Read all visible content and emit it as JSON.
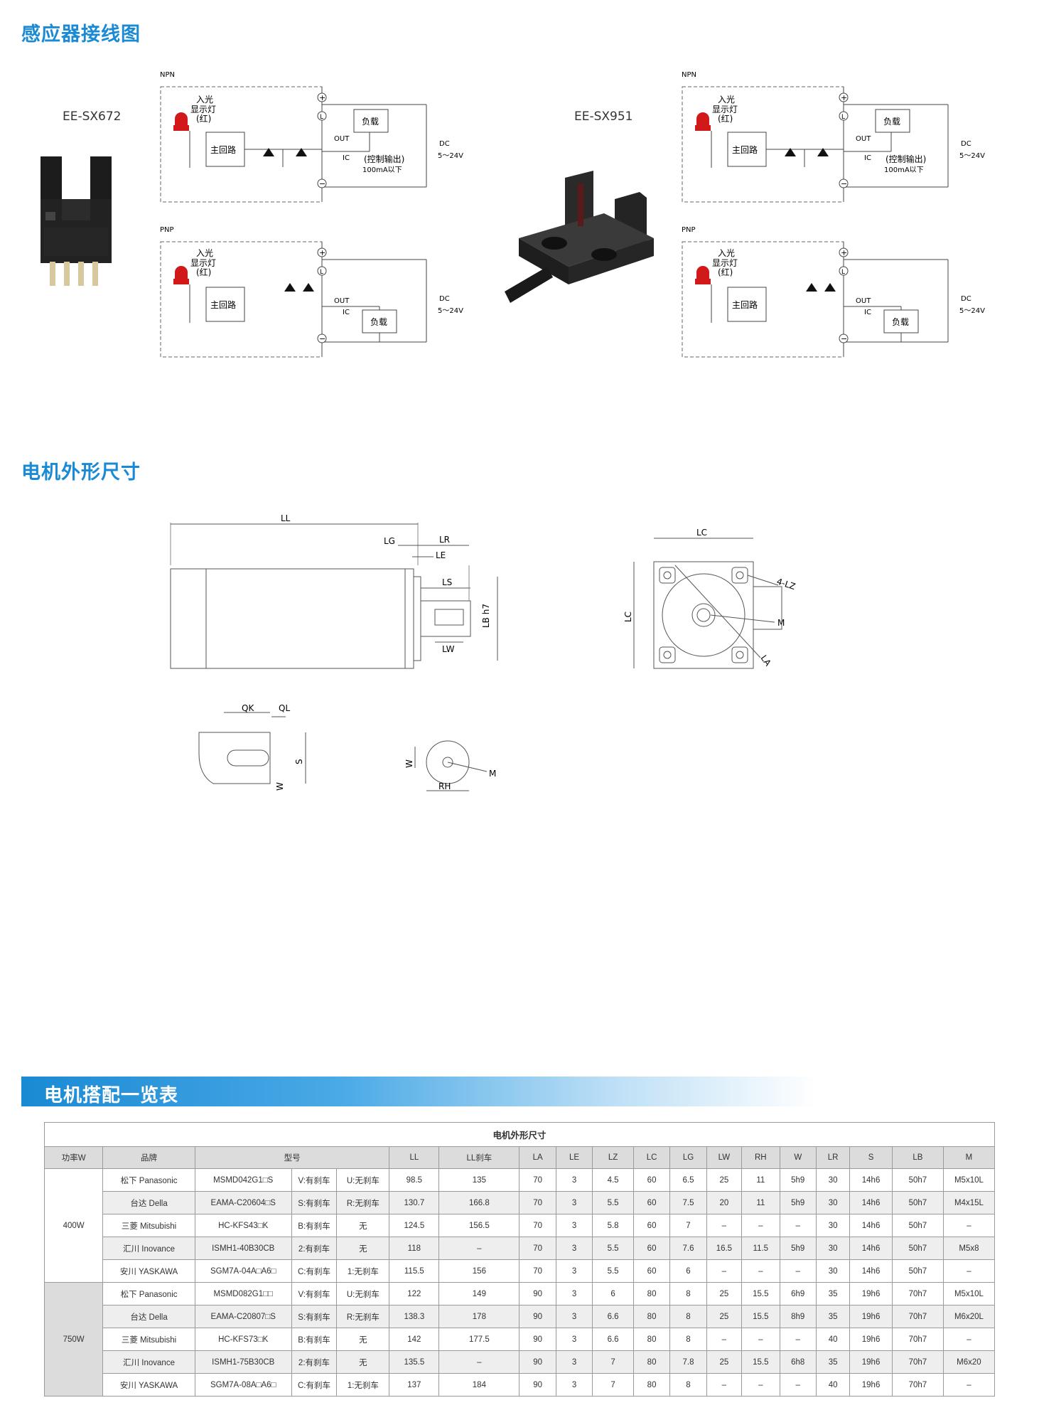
{
  "sections": {
    "wiring_title": "感应器接线图",
    "dimension_title": "电机外形尺寸",
    "table_title": "电机搭配一览表"
  },
  "sensors": [
    {
      "model": "EE-SX672"
    },
    {
      "model": "EE-SX951"
    }
  ],
  "wiring": {
    "npn": "NPN",
    "pnp": "PNP",
    "led_in": "入光",
    "led_show": "显示灯",
    "led_red": "(红)",
    "main_circuit": "主回路",
    "load": "负载",
    "out": "OUT",
    "ic": "IC",
    "control_out": "(控制输出)",
    "current": "100mA以下",
    "dc": "DC",
    "voltage": "5～24V",
    "plus": "+",
    "l": "L",
    "minus": "−"
  },
  "dimensions": {
    "side": {
      "ll": "LL",
      "lg": "LG",
      "lr": "LR",
      "le": "LE",
      "ls": "LS",
      "lb": "LB h7",
      "lw": "LW"
    },
    "front": {
      "lc_top": "LC",
      "lc_side": "LC",
      "lz": "4-LZ",
      "m": "M",
      "la": "LA"
    },
    "key": {
      "qk": "QK",
      "ql": "QL",
      "s": "S",
      "w": "W"
    },
    "shaft": {
      "w": "W",
      "rh": "RH",
      "m": "M"
    }
  },
  "table": {
    "title": "电机外形尺寸",
    "headers": [
      "功率W",
      "品牌",
      "型号",
      "LL",
      "LL刹车",
      "LA",
      "LE",
      "LZ",
      "LC",
      "LG",
      "LW",
      "RH",
      "W",
      "LR",
      "S",
      "LB",
      "M"
    ],
    "groups": [
      {
        "power": "400W",
        "rows": [
          [
            "松下  Panasonic",
            "MSMD042G1□S",
            "V:有刹车",
            "U:无刹车",
            "98.5",
            "135",
            "70",
            "3",
            "4.5",
            "60",
            "6.5",
            "25",
            "11",
            "5h9",
            "30",
            "14h6",
            "50h7",
            "M5x10L"
          ],
          [
            "台达  Della",
            "EAMA-C20604□S",
            "S:有刹车",
            "R:无刹车",
            "130.7",
            "166.8",
            "70",
            "3",
            "5.5",
            "60",
            "7.5",
            "20",
            "11",
            "5h9",
            "30",
            "14h6",
            "50h7",
            "M4x15L"
          ],
          [
            "三菱  Mitsubishi",
            "HC-KFS43□K",
            "B:有刹车",
            "无",
            "124.5",
            "156.5",
            "70",
            "3",
            "5.8",
            "60",
            "7",
            "–",
            "–",
            "–",
            "30",
            "14h6",
            "50h7",
            "–"
          ],
          [
            "汇川  Inovance",
            "ISMH1-40B30CB",
            "2:有刹车",
            "无",
            "118",
            "–",
            "70",
            "3",
            "5.5",
            "60",
            "7.6",
            "16.5",
            "11.5",
            "5h9",
            "30",
            "14h6",
            "50h7",
            "M5x8"
          ],
          [
            "安川  YASKAWA",
            "SGM7A-04A□A6□",
            "C:有刹车",
            "1:无刹车",
            "115.5",
            "156",
            "70",
            "3",
            "5.5",
            "60",
            "6",
            "–",
            "–",
            "–",
            "30",
            "14h6",
            "50h7",
            "–"
          ]
        ]
      },
      {
        "power": "750W",
        "rows": [
          [
            "松下  Panasonic",
            "MSMD082G1□□",
            "V:有刹车",
            "U:无刹车",
            "122",
            "149",
            "90",
            "3",
            "6",
            "80",
            "8",
            "25",
            "15.5",
            "6h9",
            "35",
            "19h6",
            "70h7",
            "M5x10L"
          ],
          [
            "台达  Della",
            "EAMA-C20807□S",
            "S:有刹车",
            "R:无刹车",
            "138.3",
            "178",
            "90",
            "3",
            "6.6",
            "80",
            "8",
            "25",
            "15.5",
            "8h9",
            "35",
            "19h6",
            "70h7",
            "M6x20L"
          ],
          [
            "三菱  Mitsubishi",
            "HC-KFS73□K",
            "B:有刹车",
            "无",
            "142",
            "177.5",
            "90",
            "3",
            "6.6",
            "80",
            "8",
            "–",
            "–",
            "–",
            "40",
            "19h6",
            "70h7",
            "–"
          ],
          [
            "汇川  Inovance",
            "ISMH1-75B30CB",
            "2:有刹车",
            "无",
            "135.5",
            "–",
            "90",
            "3",
            "7",
            "80",
            "7.8",
            "25",
            "15.5",
            "6h8",
            "35",
            "19h6",
            "70h7",
            "M6x20"
          ],
          [
            "安川  YASKAWA",
            "SGM7A-08A□A6□",
            "C:有刹车",
            "1:无刹车",
            "137",
            "184",
            "90",
            "3",
            "7",
            "80",
            "8",
            "–",
            "–",
            "–",
            "40",
            "19h6",
            "70h7",
            "–"
          ]
        ]
      }
    ]
  }
}
